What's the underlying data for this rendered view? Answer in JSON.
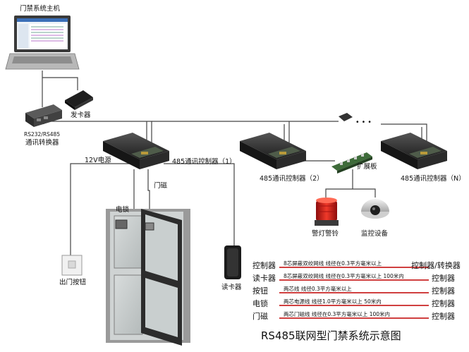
{
  "title": "RS485联网型门禁系统示意图",
  "labels": {
    "host": "门禁系统主机",
    "converter_line1": "RS232/RS485",
    "converter_line2": "通讯转换器",
    "card_issuer": "发卡器",
    "controller_1": "485通讯控制器（1）",
    "controller_2": "485通讯控制器（2）",
    "controller_n": "485通讯控制器（N）",
    "power_12v": "12V电源",
    "expansion_board": "扩展板",
    "electric_lock": "电锁",
    "door_magnet": "门磁",
    "exit_button": "出门按钮",
    "card_reader": "读卡器",
    "alarm_light": "警灯警铃",
    "monitor": "监控设备",
    "dots": "• • •"
  },
  "legend": [
    {
      "device": "控制器",
      "spec": "8芯屏蔽双绞网线   线径在0.3平方毫米以上",
      "target": "控制器/转换器"
    },
    {
      "device": "读卡器",
      "spec": "8芯屏蔽双绞网线   线径在0.3平方毫米以上     100米内",
      "target": "控制器"
    },
    {
      "device": "按钮",
      "spec": "两芯线   线径0.3平方毫米以上",
      "target": "控制器"
    },
    {
      "device": "电锁",
      "spec": "两芯电源线   线径1.0平方毫米以上     50米内",
      "target": "控制器"
    },
    {
      "device": "门磁",
      "spec": "两芯门磁线   线径在0.3平方毫米以上   100米内",
      "target": "控制器"
    }
  ],
  "colors": {
    "wire": "#444444",
    "legend_line": "#c00000",
    "controller_body": "#2a2a2a",
    "alarm": "#d21a1a"
  },
  "icons": [
    "laptop-icon",
    "converter-icon",
    "card-issuer-icon",
    "controller-icon",
    "expansion-board-icon",
    "alarm-light-icon",
    "dome-camera-icon",
    "exit-button-icon",
    "card-reader-icon",
    "door-icon"
  ]
}
